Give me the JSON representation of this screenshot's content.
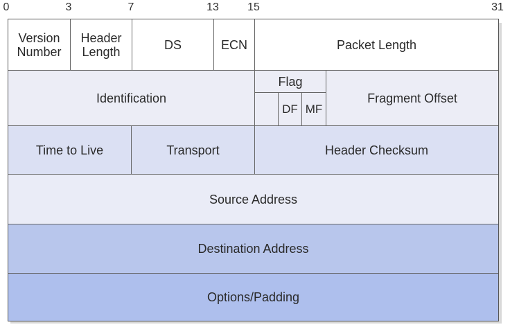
{
  "ruler": [
    "0",
    "3",
    "7",
    "13",
    "15",
    "31"
  ],
  "rows": {
    "row1": {
      "version": [
        "Version",
        "Number"
      ],
      "header_length": [
        "Header",
        "Length"
      ],
      "ds": "DS",
      "ecn": "ECN",
      "packet_length": "Packet Length"
    },
    "row2": {
      "identification": "Identification",
      "flag": "Flag",
      "df": "DF",
      "mf": "MF",
      "fragment_offset": "Fragment Offset"
    },
    "row3": {
      "ttl": "Time to Live",
      "transport": "Transport",
      "checksum": "Header Checksum"
    },
    "source": "Source Address",
    "destination": "Destination Address",
    "options": "Options/Padding"
  },
  "colors": {
    "row1": "#ffffff",
    "row2": "#ecedf6",
    "row3": "#dbe0f3",
    "row4": "#eaecf7",
    "row5": "#b8c6ec",
    "row6": "#aebfed",
    "border": "#555555"
  }
}
